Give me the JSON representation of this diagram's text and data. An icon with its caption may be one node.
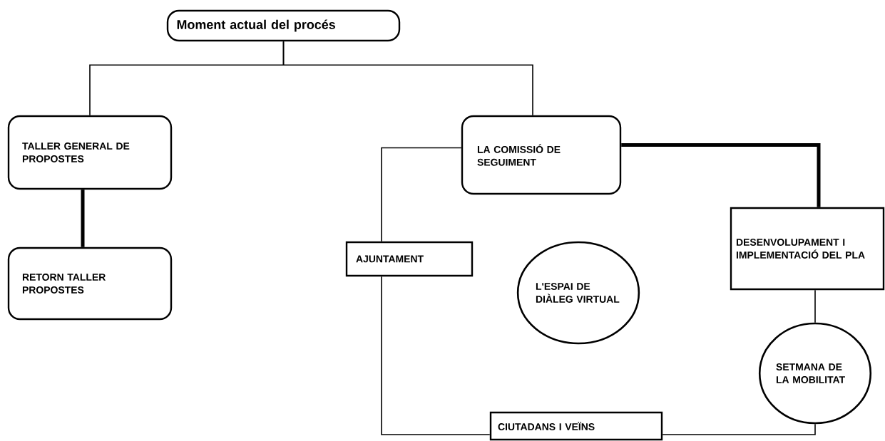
{
  "diagram": {
    "nodes": [
      {
        "text": [
          "Moment actual del procés"
        ]
      },
      {
        "text": [
          "TALLER GENERAL DE PROPOSTES"
        ]
      },
      {
        "text": [
          "LA COMISSIÓ DE SEGUIMENT"
        ]
      },
      {
        "text": [
          "RETORN TALLER PROPOSTES"
        ]
      },
      {
        "text": [
          "AJUNTAMENT"
        ]
      },
      {
        "text": [
          "DESENVOLUPAMENT I IMPLEMENTACIÓ DEL PLA"
        ]
      },
      {
        "text": [
          "L'ESPAI DE DIÀLEG VIRTUAL"
        ]
      },
      {
        "text": [
          "SETMANA DE LA MOBILITAT"
        ]
      },
      {
        "text": [
          "CIUTADANS I VEÏNS"
        ]
      }
    ],
    "edges": [
      {
        "from": 0,
        "to": 1,
        "arrow": "none"
      },
      {
        "from": 0,
        "to": 2,
        "arrow": "none"
      },
      {
        "from": 1,
        "to": 3,
        "arrow": "none",
        "style": "thick"
      },
      {
        "from": 2,
        "to": 5,
        "arrow": "none",
        "style": "thick"
      },
      {
        "from": 2,
        "to": 4,
        "arrow": "none"
      },
      {
        "from": 4,
        "to": 8,
        "arrow": "none"
      },
      {
        "from": 8,
        "to": 7,
        "arrow": "none"
      },
      {
        "from": 5,
        "to": 7,
        "arrow": "none"
      }
    ]
  }
}
